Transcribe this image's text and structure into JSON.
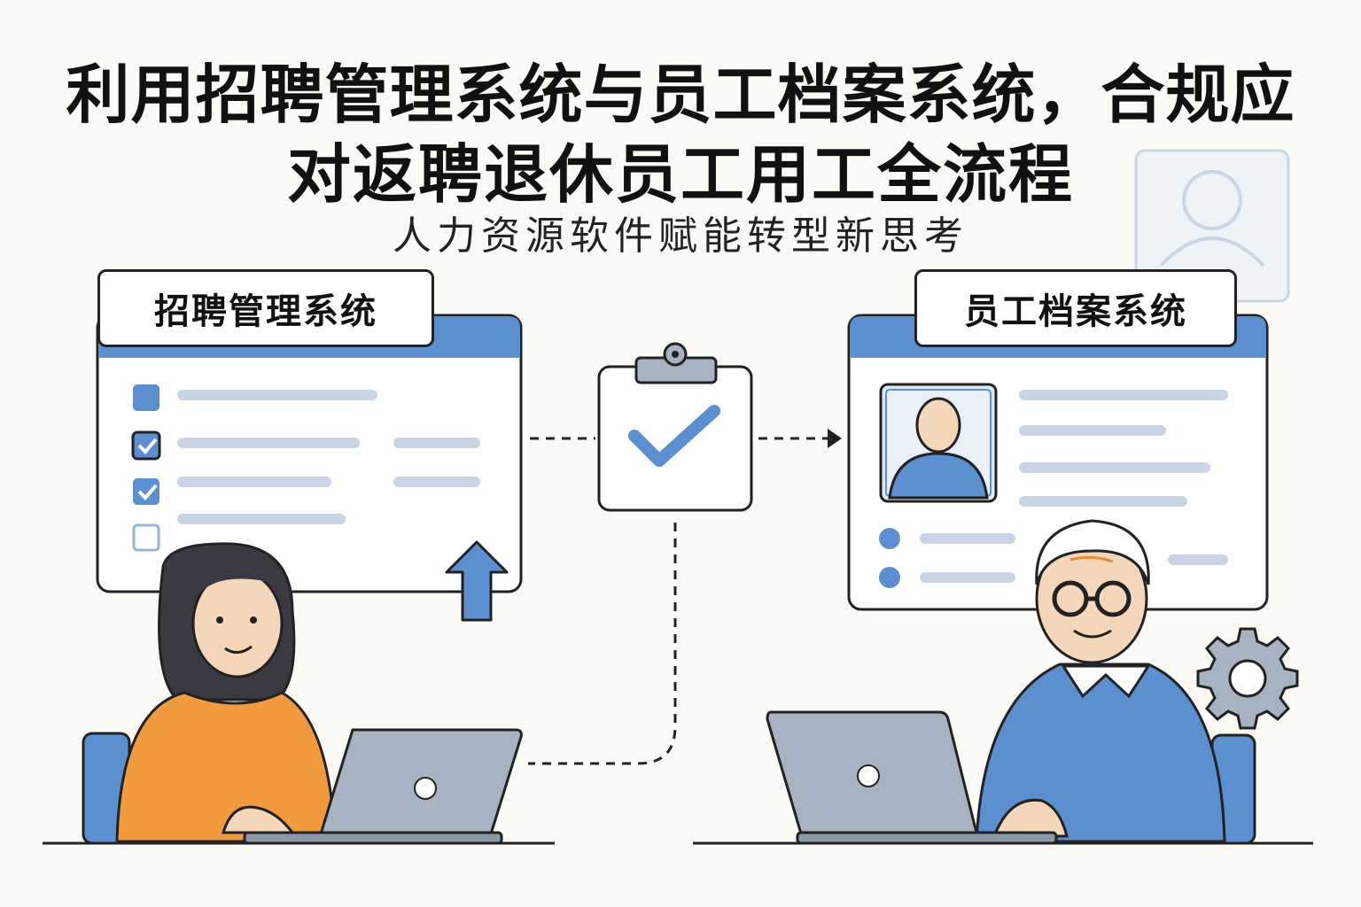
{
  "header": {
    "title_line1": "利用招聘管理系统与员工档案系统，合规应",
    "title_line2": "对返聘退休员工用工全流程",
    "subtitle": "人力资源软件赋能转型新思考"
  },
  "recruitment_system": {
    "label": "招聘管理系统",
    "checklist_states": [
      "filled",
      "checked",
      "checked",
      "unchecked"
    ]
  },
  "archive_system": {
    "label": "员工档案系统"
  },
  "colors": {
    "accent_blue": "#5b8fd0",
    "line_gray": "#c8d4e4",
    "orange_shirt": "#f29b3e",
    "laptop_gray": "#a7b3c2",
    "outline": "#222222",
    "background": "#fbfaf5"
  },
  "icons": [
    "clipboard-check-icon",
    "upload-arrow-icon",
    "gear-icon",
    "user-avatar-icon"
  ]
}
